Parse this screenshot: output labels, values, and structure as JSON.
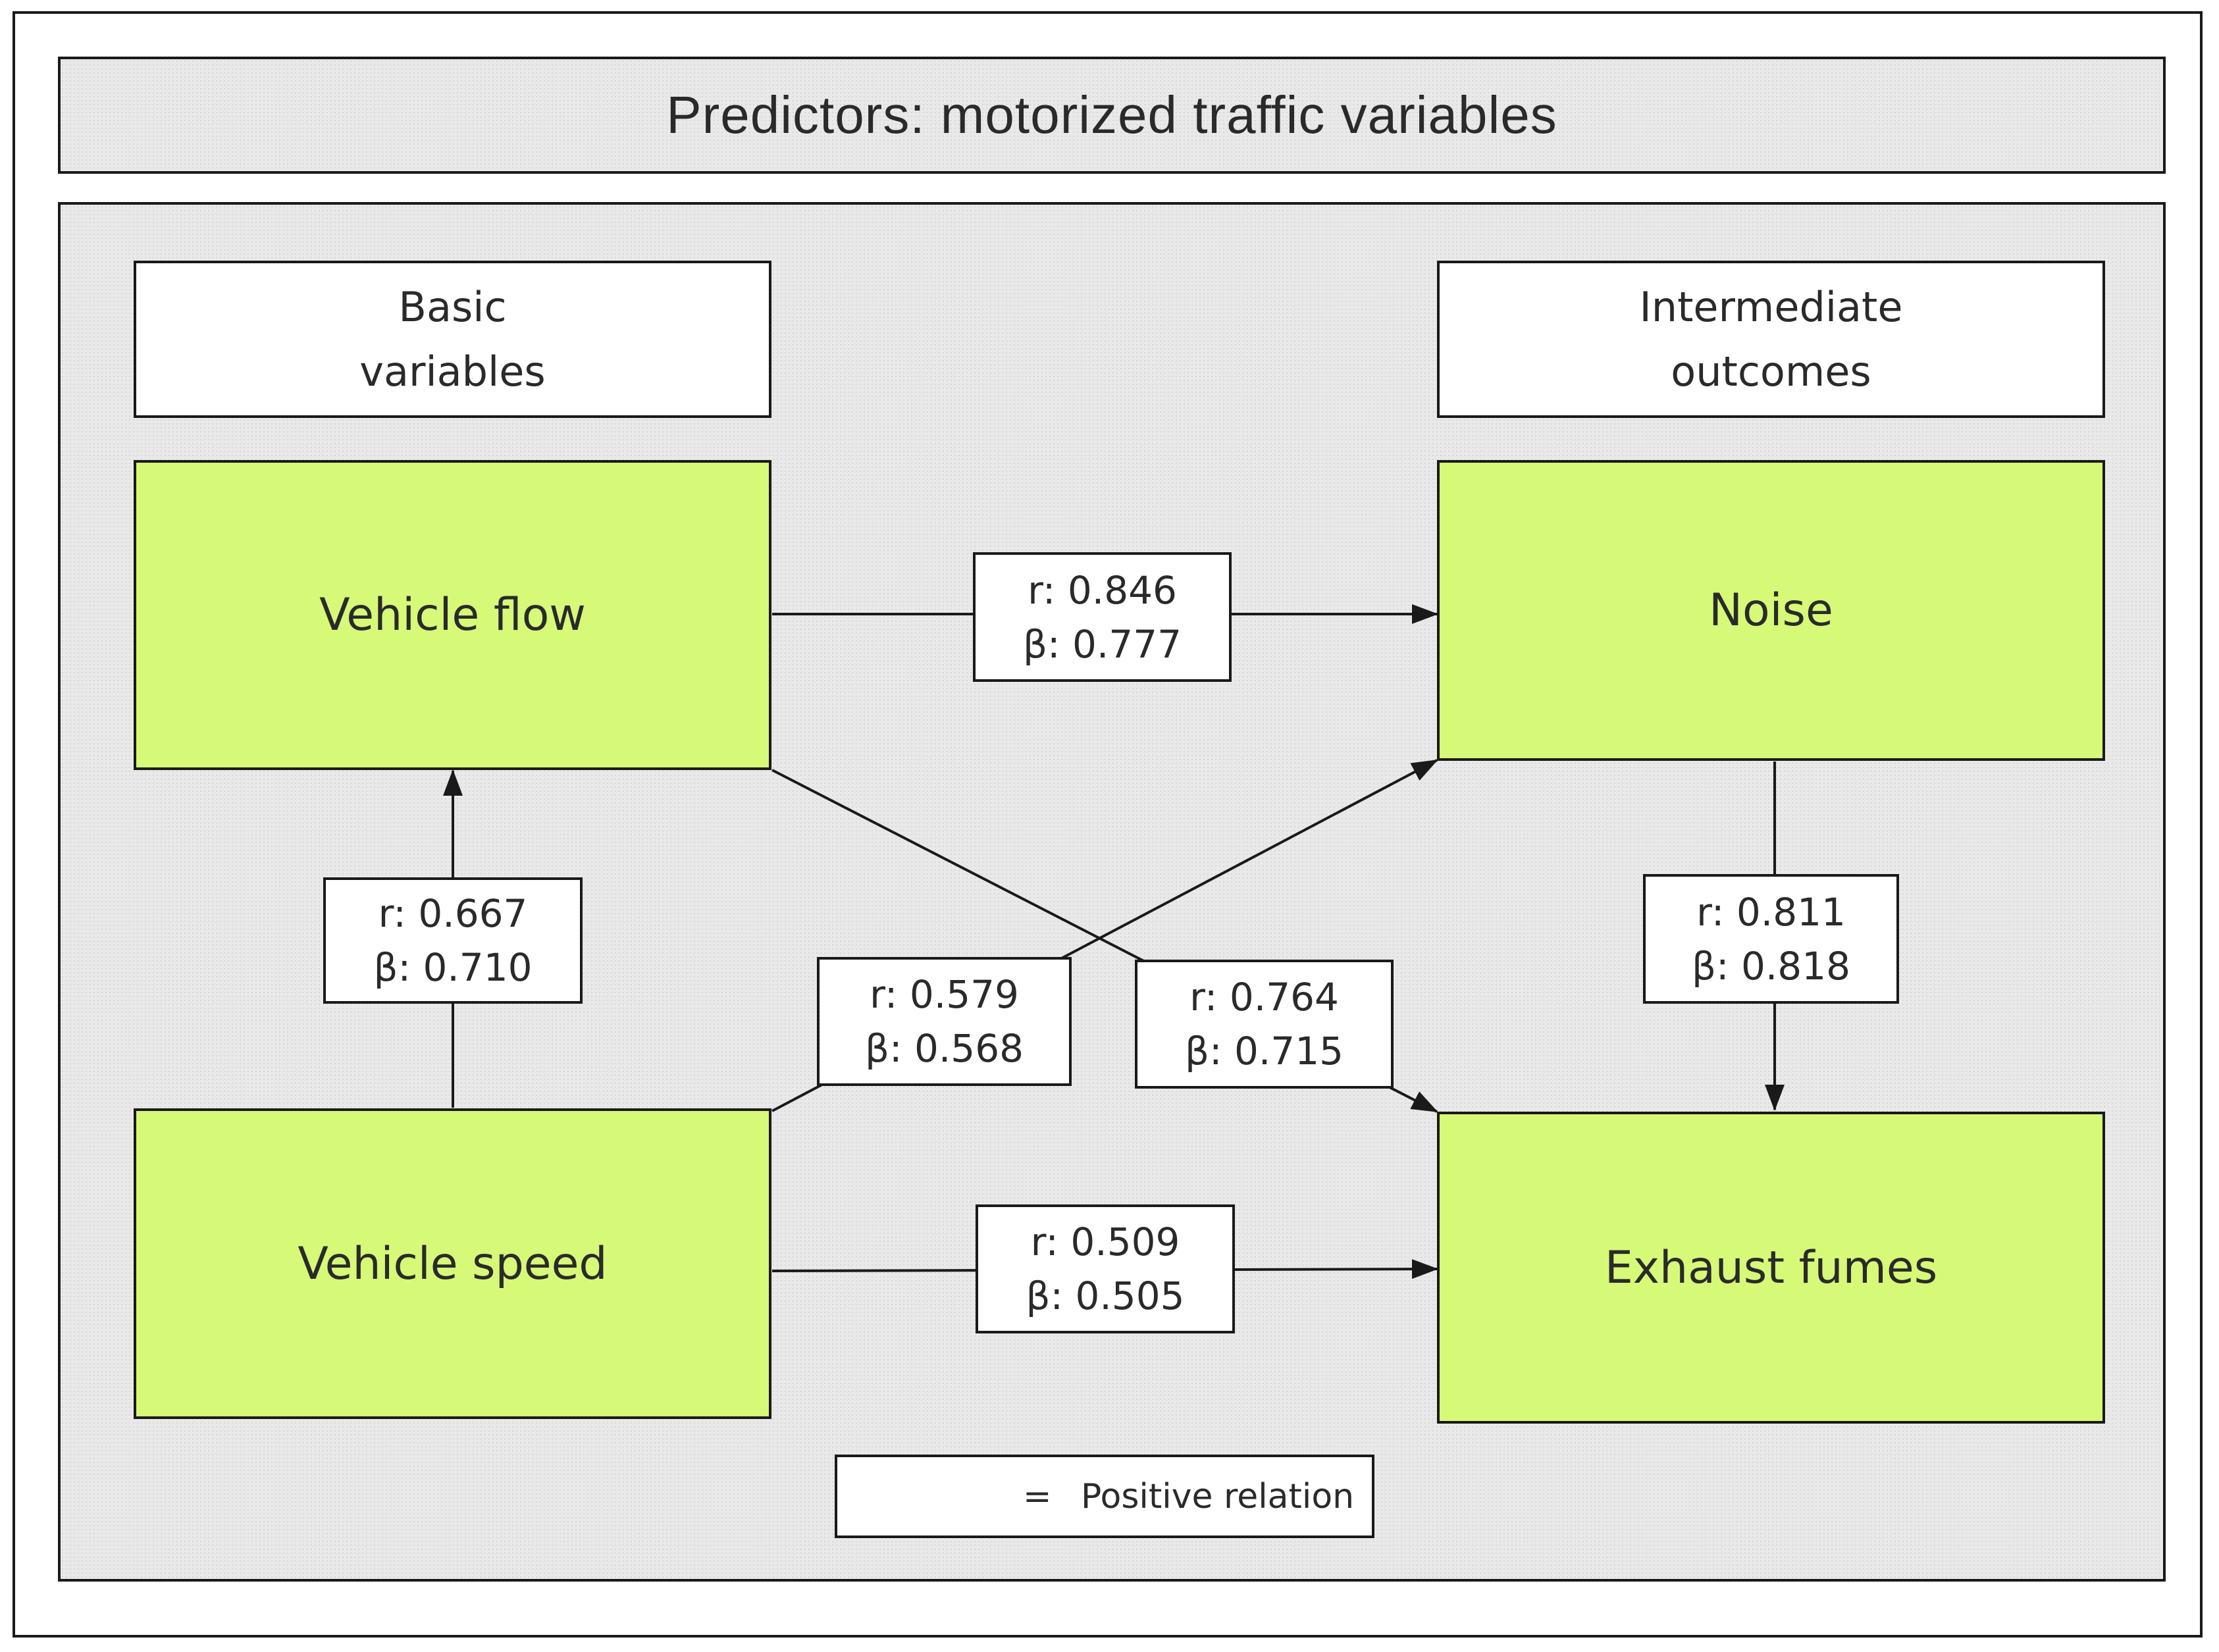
{
  "title": "Predictors: motorized traffic variables",
  "headers": {
    "basic_line1": "Basic",
    "basic_line2": "variables",
    "intermediate_line1": "Intermediate",
    "intermediate_line2": "outcomes"
  },
  "nodes": {
    "vehicle_flow": "Vehicle flow",
    "vehicle_speed": "Vehicle speed",
    "noise": "Noise",
    "exhaust_fumes": "Exhaust fumes"
  },
  "edges": {
    "flow_to_noise": {
      "r": "r: 0.846",
      "beta": "β: 0.777"
    },
    "speed_to_flow": {
      "r": "r: 0.667",
      "beta": "β: 0.710"
    },
    "speed_to_noise": {
      "r": "r: 0.579",
      "beta": "β: 0.568"
    },
    "flow_to_exhaust": {
      "r": "r: 0.764",
      "beta": "β: 0.715"
    },
    "noise_to_exhaust": {
      "r": "r: 0.811",
      "beta": "β: 0.818"
    },
    "speed_to_exhaust": {
      "r": "r: 0.509",
      "beta": "β: 0.505"
    }
  },
  "legend": {
    "equals": "=",
    "label": "Positive relation"
  },
  "colors": {
    "node_fill": "#d6f978",
    "panel_fill": "#e9e9e9",
    "line": "#1a1a1a"
  }
}
